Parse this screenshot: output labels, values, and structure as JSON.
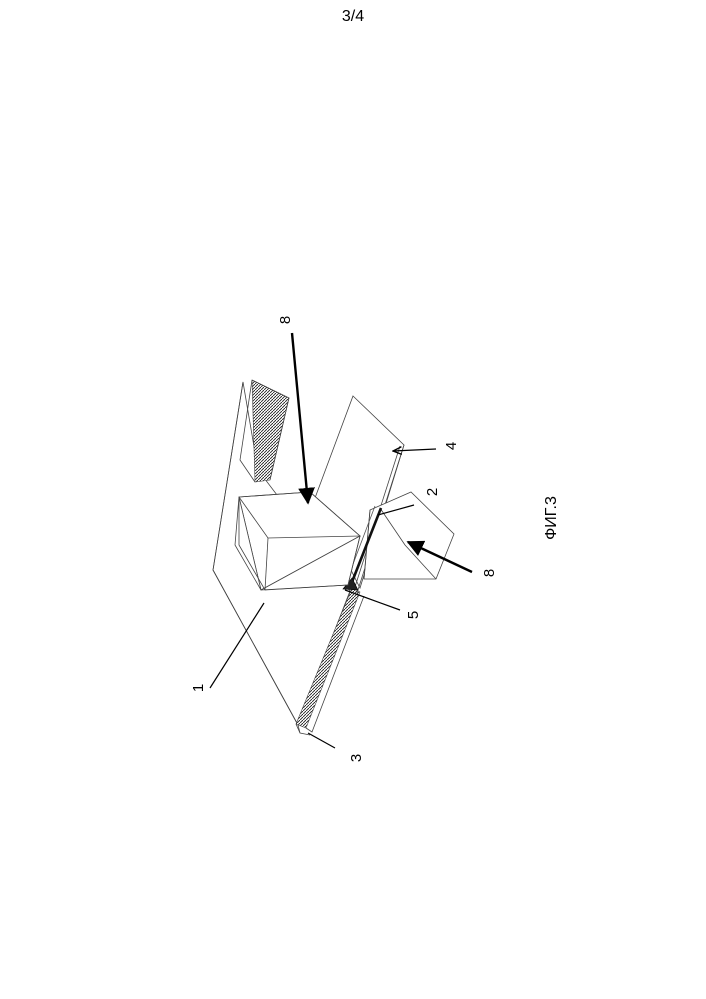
{
  "page": {
    "number": "3/4"
  },
  "figure": {
    "caption": "ФИГ.3",
    "labels": {
      "plate": "1",
      "stripe": "2",
      "layer": "3",
      "strip": "4",
      "edge": "5",
      "arrow_top": "8",
      "arrow_right": "8"
    }
  }
}
